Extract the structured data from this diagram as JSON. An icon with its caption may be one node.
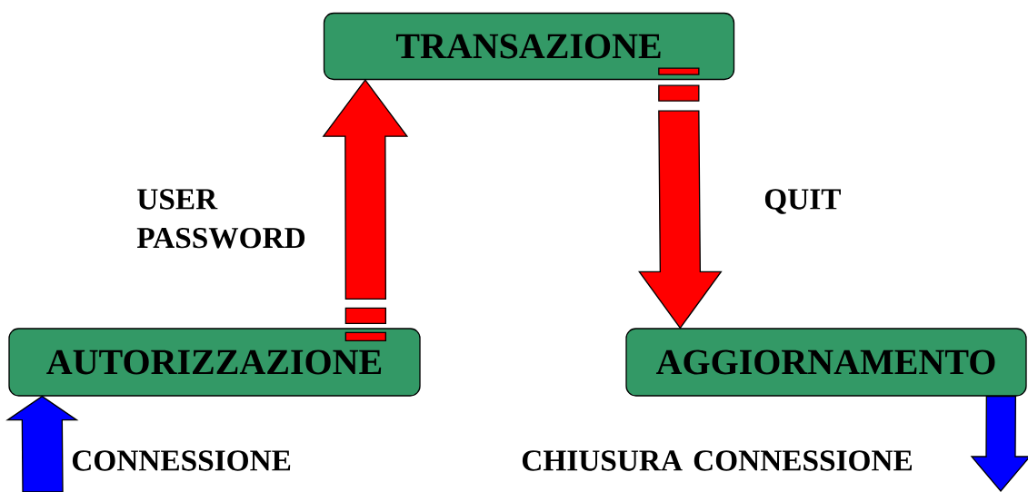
{
  "diagram": {
    "nodes": [
      {
        "text": [
          "TRANSAZIONE"
        ]
      },
      {
        "text": [
          "AUTORIZZAZIONE"
        ]
      },
      {
        "text": [
          "AGGIORNAMENTO"
        ]
      }
    ],
    "edges": [
      {
        "from": 1,
        "to": 0,
        "arrow": "to",
        "label": "USER PASSWORD"
      },
      {
        "from": 0,
        "to": 2,
        "arrow": "to",
        "label": "QUIT"
      },
      {
        "from": null,
        "to": 1,
        "arrow": "to",
        "label": "CONNESSIONE",
        "color": "#0000ff"
      },
      {
        "from": 2,
        "to": null,
        "arrow": "to",
        "label": "CHIUSURA CONNESSIONE",
        "color": "#0000ff"
      }
    ]
  }
}
